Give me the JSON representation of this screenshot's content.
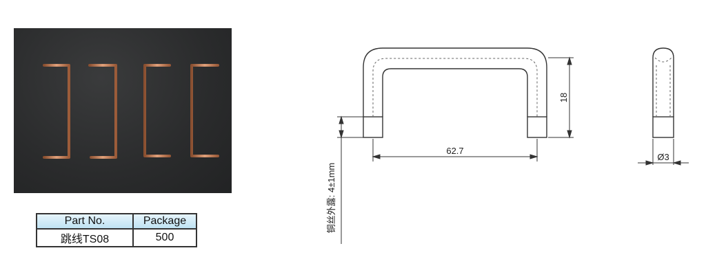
{
  "table": {
    "headers": [
      "Part No.",
      "Package"
    ],
    "rows": [
      [
        "跳线TS08",
        "500"
      ]
    ]
  },
  "dimensions": {
    "width": "62.7",
    "height": "18",
    "diameter": "Ø3",
    "exposed_wire": "铜丝外露: 4±1mm"
  },
  "colors": {
    "copper": "#c8835a",
    "photo_bg": "#2b2c2d",
    "header_fill": "#cde9f5"
  }
}
